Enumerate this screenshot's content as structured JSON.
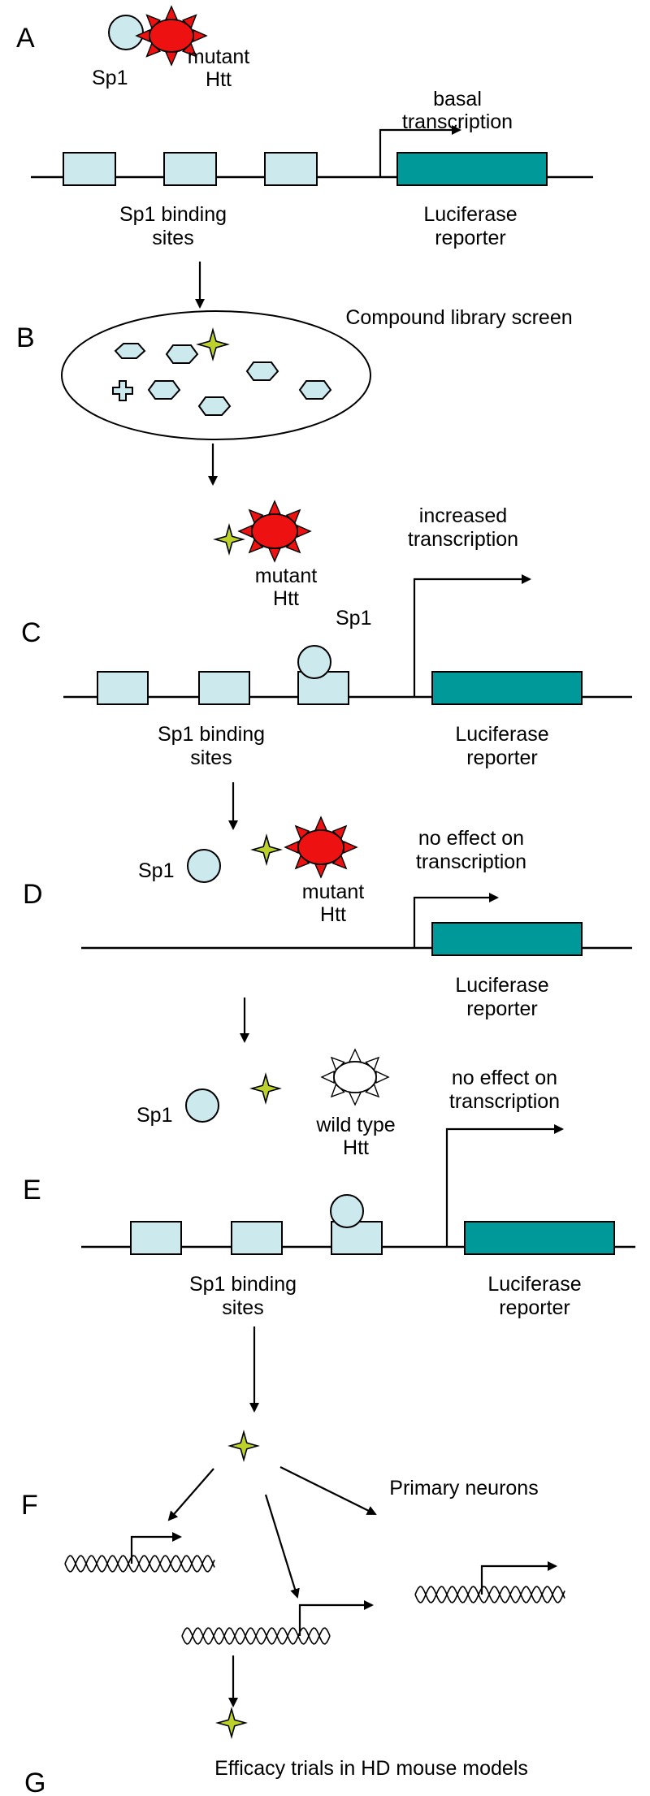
{
  "panels": {
    "a": {
      "letter": "A",
      "sp1": "Sp1",
      "mutant_htt": [
        "mutant",
        "Htt"
      ],
      "transcription": [
        "basal",
        "transcription"
      ],
      "sites": [
        "Sp1 binding",
        "sites"
      ],
      "reporter": [
        "Luciferase",
        "reporter"
      ]
    },
    "b": {
      "letter": "B",
      "screen": "Compound library screen"
    },
    "c": {
      "letter": "C",
      "mutant_htt": [
        "mutant",
        "Htt"
      ],
      "transcription": [
        "increased",
        "transcription"
      ],
      "sp1": "Sp1",
      "sites": [
        "Sp1 binding",
        "sites"
      ],
      "reporter": [
        "Luciferase",
        "reporter"
      ]
    },
    "d": {
      "letter": "D",
      "sp1": "Sp1",
      "mutant_htt": [
        "mutant",
        "Htt"
      ],
      "transcription": [
        "no effect on",
        "transcription"
      ],
      "reporter": [
        "Luciferase",
        "reporter"
      ]
    },
    "e": {
      "letter": "E",
      "sp1": "Sp1",
      "wt_htt": [
        "wild type",
        "Htt"
      ],
      "transcription": [
        "no effect on",
        "transcription"
      ],
      "sites": [
        "Sp1 binding",
        "sites"
      ],
      "reporter": [
        "Luciferase",
        "reporter"
      ]
    },
    "f": {
      "letter": "F",
      "neurons": "Primary neurons"
    },
    "g": {
      "letter": "G",
      "trials": "Efficacy trials in HD mouse models"
    }
  },
  "colors": {
    "binding_site": "#cce9ee",
    "luciferase": "#009999",
    "mutant_htt": "#ee1111",
    "compound": "#bcd12a",
    "wild_type_htt": "#ffffff"
  },
  "icons": {
    "mutant_htt": "spiked-red-oval-icon",
    "wild_type_htt": "spiked-white-oval-icon",
    "compound": "four-point-star-icon",
    "sp1": "circle-icon",
    "promoter": "bent-arrow-icon"
  }
}
